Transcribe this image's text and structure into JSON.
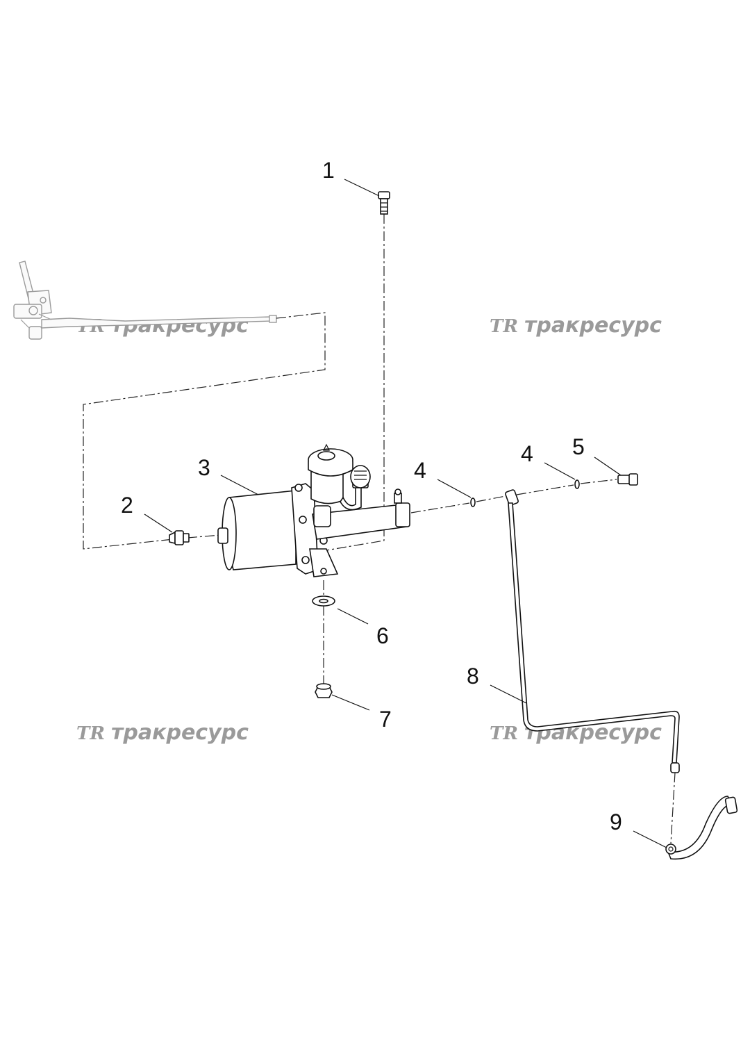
{
  "watermark": {
    "logo": "TR",
    "text": "тракресурс"
  },
  "callouts": [
    {
      "id": "1",
      "label": "1"
    },
    {
      "id": "2",
      "label": "2"
    },
    {
      "id": "3",
      "label": "3"
    },
    {
      "id": "4a",
      "label": "4"
    },
    {
      "id": "4b",
      "label": "4"
    },
    {
      "id": "5",
      "label": "5"
    },
    {
      "id": "6",
      "label": "6"
    },
    {
      "id": "7",
      "label": "7"
    },
    {
      "id": "8",
      "label": "8"
    },
    {
      "id": "9",
      "label": "9"
    }
  ],
  "colors": {
    "line": "#111111",
    "watermark": "#9a9a9a",
    "background": "#ffffff"
  }
}
